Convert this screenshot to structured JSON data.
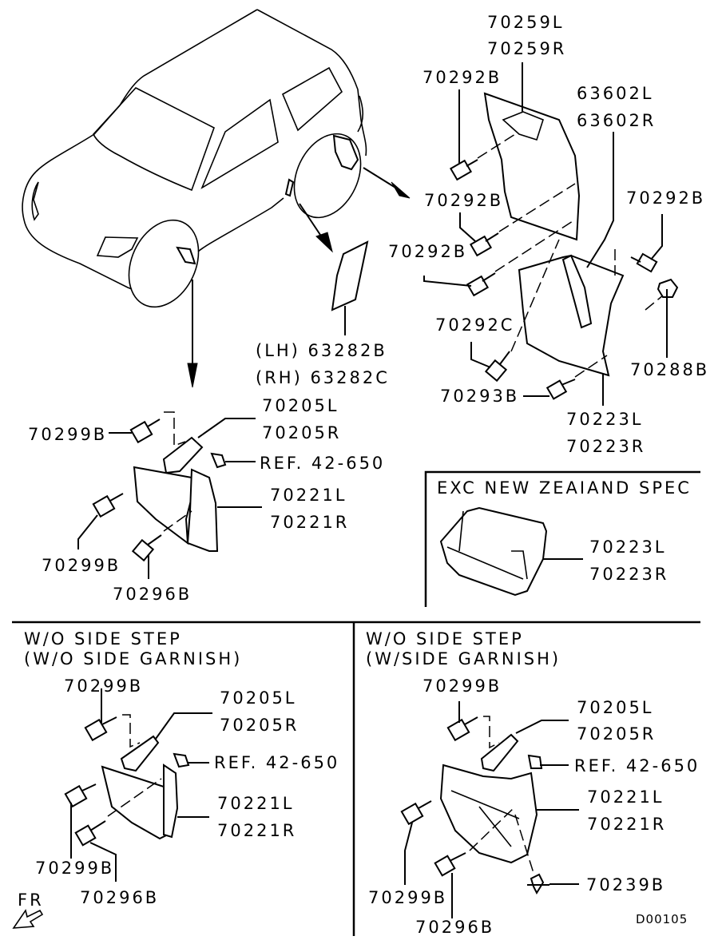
{
  "diagram": {
    "title_code": "D00105",
    "main_view": {
      "rear_fender_liner": {
        "bracket": [
          "70259L",
          "70259R"
        ],
        "bolt_top": "70292B",
        "bolt_mid_left": "70292B",
        "bolt_lower_left": "70292B",
        "bolt_right": "70292B",
        "mudguard_stay": [
          "63602L",
          "63602R"
        ],
        "bolt_c": "70292C",
        "nut": "70288B",
        "screw": "70293B",
        "mudguard": [
          "70223L",
          "70223R"
        ]
      },
      "side_protector": [
        "(LH) 63282B",
        "(RH) 63282C"
      ],
      "front_mudguard": {
        "bolt_upper": "70299B",
        "bracket": [
          "70205L",
          "70205R"
        ],
        "reference": "REF. 42-650",
        "mudguard": [
          "70221L",
          "70221R"
        ],
        "bolt_lower": "70299B",
        "screw": "70296B"
      }
    },
    "inset_new_zealand": {
      "heading": "EXC NEW ZEAIAND SPEC",
      "mudguard": [
        "70223L",
        "70223R"
      ]
    },
    "inset_wo_garnish": {
      "heading_line1": "W/O SIDE STEP",
      "heading_line2": "(W/O SIDE GARNISH)",
      "bolt_upper": "70299B",
      "bracket": [
        "70205L",
        "70205R"
      ],
      "reference": "REF. 42-650",
      "mudguard": [
        "70221L",
        "70221R"
      ],
      "bolt_lower": "70299B",
      "screw": "70296B",
      "direction_label": "FR"
    },
    "inset_w_garnish": {
      "heading_line1": "W/O SIDE STEP",
      "heading_line2": "(W/SIDE GARNISH)",
      "bolt_upper": "70299B",
      "bracket": [
        "70205L",
        "70205R"
      ],
      "reference": "REF. 42-650",
      "mudguard": [
        "70221L",
        "70221R"
      ],
      "clip": "70239B",
      "bolt_lower": "70299B",
      "screw": "70296B"
    }
  }
}
